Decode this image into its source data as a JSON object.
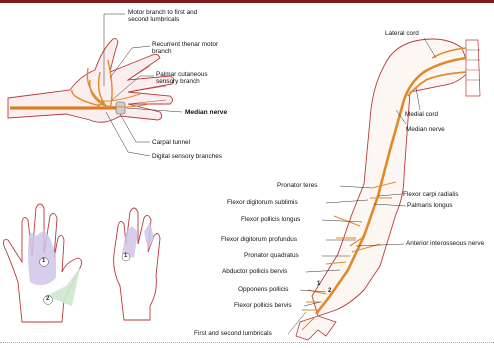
{
  "hand_labels": {
    "motor_branch": "Motor branch to first and second lumbricals",
    "recurrent_thenar": "Recurrent thenar motor branch",
    "palmar_cutaneous": "Palmar cutaneous sensory branch",
    "median_nerve": "Median nerve",
    "carpal_tunnel": "Carpal tunnel",
    "digital_sensory": "Digital sensory branches"
  },
  "arm_labels": {
    "lateral_cord": "Lateral cord",
    "medial_cord": "Medial cord",
    "median_nerve": "Median nerve",
    "pronator_teres": "Pronator teres",
    "flexor_carpi_radialis": "Flexor carpi radialis",
    "flexor_digitorum_sublimis": "Flexor digitorum sublimis",
    "palmaris_longus": "Palmaris longus",
    "flexor_pollicis_longus": "Flexor pollicis longus",
    "flexor_digitorum_profundus": "Flexor digitorum profundus",
    "anterior_interosseous": "Anterior interosseous nerve",
    "pronator_quadratus": "Pronator quadratus",
    "abductor_pollicis_bervis": "Abductor pollicis bervis",
    "opponens_pollicis": "Opponens pollicis",
    "flexor_pollicis_bervis": "Flexor pollicis bervis",
    "lumbricals": "First and second lumbricals"
  },
  "region_numbers": {
    "palm_one": "1",
    "palm_two": "2",
    "back_one": "1",
    "arm_one": "1",
    "arm_two": "2"
  },
  "colors": {
    "nerve": "#e08a2c",
    "skin_outline": "#b83a3a",
    "region_one": "#cfc6e8",
    "region_two": "#cfe8cf"
  }
}
